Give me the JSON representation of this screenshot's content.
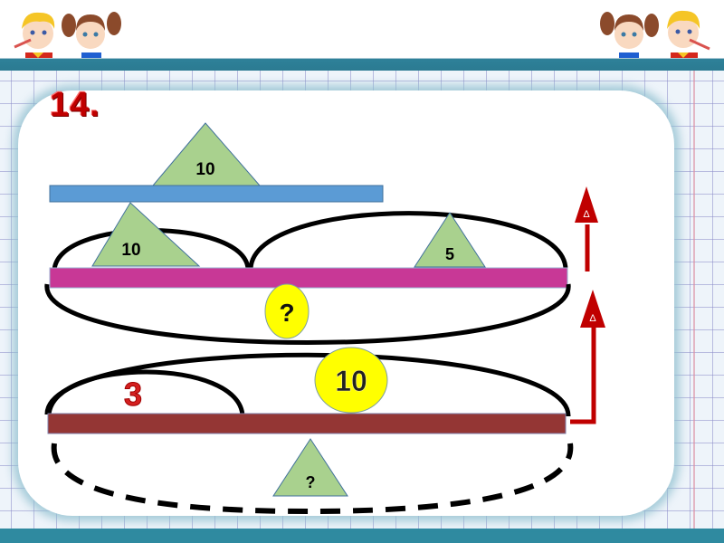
{
  "slide": {
    "problem_number": "14.",
    "colors": {
      "rail": "#2e8199",
      "card_bg": "#ffffff",
      "triangle_fill": "#a9d18e",
      "triangle_stroke": "#41719c",
      "bar_top": "#5b9bd5",
      "bar_middle": "#c83896",
      "bar_bottom": "#943634",
      "oval_fill": "#ffff00",
      "arrow": "#c00000",
      "accent_text": "#c00000"
    }
  },
  "header": {
    "left_characters": [
      "boy-with-toothbrush",
      "girl-with-pigtails"
    ],
    "right_characters": [
      "girl-with-pigtails",
      "boy-with-toothbrush"
    ]
  },
  "diagram": {
    "top_bar": {
      "triangle_label": "10"
    },
    "middle_bar": {
      "left_segment_label": "10",
      "right_segment_label": "5",
      "total_label": "?"
    },
    "bottom_bar": {
      "left_segment_label": "3",
      "total_label": "10",
      "difference_label": "?"
    },
    "arrows": [
      {
        "direction": "up",
        "glyph": "Δ"
      },
      {
        "direction": "up",
        "glyph": "Δ"
      }
    ]
  }
}
